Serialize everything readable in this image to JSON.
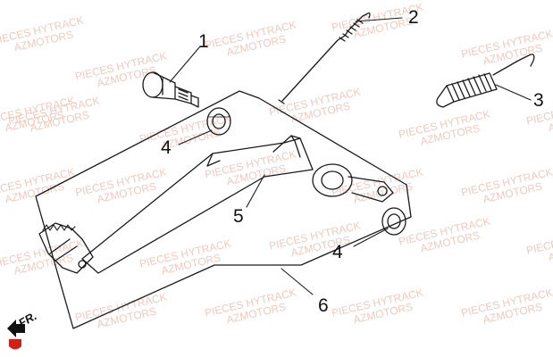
{
  "watermark": {
    "line1": "PIECES HYTRACK",
    "line2": "AZMOTORS"
  },
  "callouts": [
    "1",
    "2",
    "3",
    "4",
    "4",
    "5",
    "6"
  ],
  "badge": {
    "text": "FR.",
    "color": "#d02018"
  },
  "colors": {
    "line": "#1a1a1a",
    "watermark": "#f2c9bd"
  }
}
